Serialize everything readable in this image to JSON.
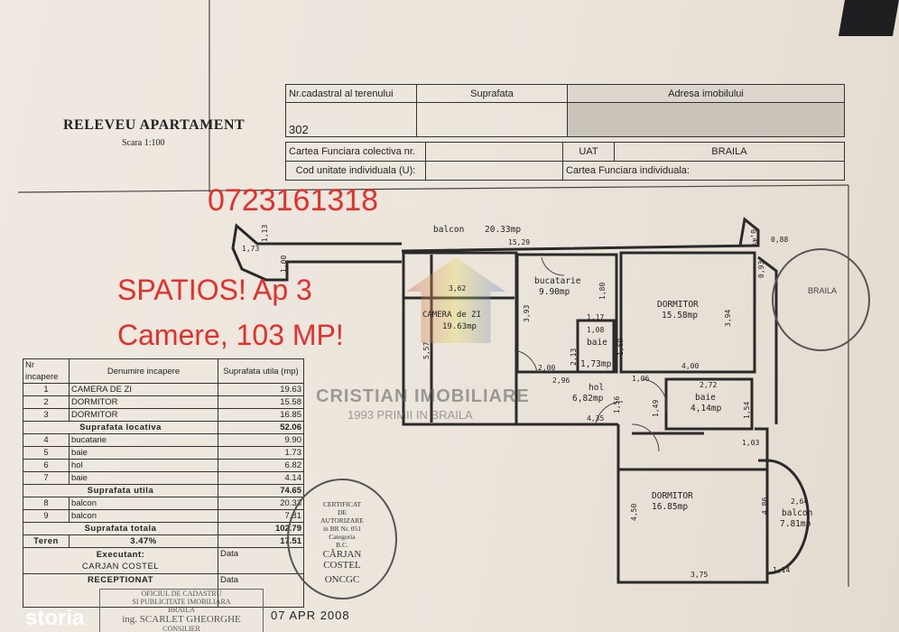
{
  "document": {
    "title": "RELEVEU APARTAMENT",
    "scale": "Scara 1:100"
  },
  "header_table": {
    "nr_cadastral_label": "Nr.cadastral al terenului",
    "suprafata_label": "Suprafata",
    "adresa_label": "Adresa imobilului",
    "nr_cadastral_value": "302",
    "cf_colectiva_label": "Cartea Funciara colectiva nr.",
    "uat_label": "UAT",
    "uat_value": "BRAILA",
    "cod_unitate_label": "Cod unitate individuala (U):",
    "cf_individuala_label": "Cartea Funciara individuala:"
  },
  "overlay": {
    "phone": "0723161318",
    "line1": "SPATIOS! Ap 3",
    "line2": "Camere, 103 MP!",
    "color": "#e4302b"
  },
  "watermark": {
    "brand": "CRISTIAN IMOBILIARE",
    "tagline": "1993 PRIMII IN BRAILA",
    "storia": "storia"
  },
  "room_table": {
    "headers": [
      "Nr incapere",
      "Denumire incapere",
      "Suprafata utila (mp)"
    ],
    "rows": [
      {
        "nr": "1",
        "name": "CAMERA DE ZI",
        "area": "19.63"
      },
      {
        "nr": "2",
        "name": "DORMITOR",
        "area": "15.58"
      },
      {
        "nr": "3",
        "name": "DORMITOR",
        "area": "16.85"
      },
      {
        "sub": "Suprafata locativa",
        "area": "52.06"
      },
      {
        "nr": "4",
        "name": "bucatarie",
        "area": "9.90"
      },
      {
        "nr": "5",
        "name": "baie",
        "area": "1.73"
      },
      {
        "nr": "6",
        "name": "hol",
        "area": "6.82"
      },
      {
        "nr": "7",
        "name": "baie",
        "area": "4.14"
      },
      {
        "sub": "Suprafata utila",
        "area": "74.65"
      },
      {
        "nr": "8",
        "name": "balcon",
        "area": "20.33"
      },
      {
        "nr": "9",
        "name": "balcon",
        "area": "7.81"
      },
      {
        "sub": "Suprafata totala",
        "area": "102.79"
      }
    ],
    "teren_label": "Teren",
    "teren_pct": "3.47%",
    "teren_value": "17.51",
    "executant_label": "Executant:",
    "executant_name": "CARJAN COSTEL",
    "data_label": "Data",
    "receptionat_label": "RECEPTIONAT",
    "data_label2": "Data"
  },
  "stamps": {
    "receptionat_stamp": [
      "OFICIUL DE CADASTRU",
      "SI PUBLICITATE IMOBILIARA",
      "BRAILA",
      "ing. SCARLET GHEORGHE",
      "CONSILIER"
    ],
    "certificate_stamp": [
      "CERTIFICAT",
      "DE",
      "AUTORIZARE",
      "in BR Nr. 051",
      "Categoria",
      "B.C.",
      "CÂRJAN",
      "COSTEL",
      "ONCGC"
    ],
    "agency_stamp": "BRAILA",
    "date": "07 APR 2008"
  },
  "plan": {
    "labels": [
      "balcon",
      "20.33mp",
      "15,29",
      "1,73",
      "1,13",
      "1,00",
      "0,49",
      "0,88",
      "0,93",
      "3,62",
      "CAMERA de ZI",
      "19.63mp",
      "5,57",
      "3,93",
      "bucatarie",
      "9.90mp",
      "1,80",
      "1,17",
      "1,08",
      "baie",
      "2,13",
      "1,60",
      "1,73mp",
      "2,00",
      "2,96",
      "hol",
      "6,82mp",
      "1,56",
      "4,35",
      "1,06",
      "1,49",
      "DORMITOR",
      "15.58mp",
      "3,94",
      "4,00",
      "2,72",
      "baie",
      "4,14mp",
      "1,54",
      "DORMITOR",
      "16.85mp",
      "4,50",
      "1,03",
      "4,86",
      "2,64",
      "balcon",
      "7.81mp",
      "3,75",
      "1,14"
    ]
  }
}
